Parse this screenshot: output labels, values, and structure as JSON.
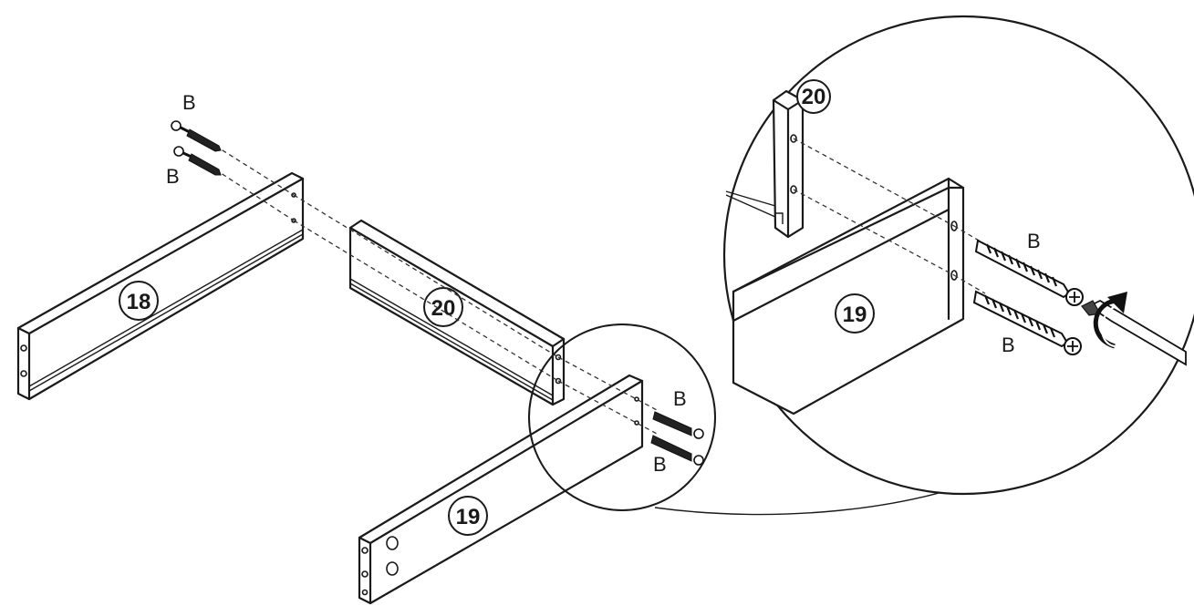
{
  "diagram": {
    "parts": [
      {
        "id": "18",
        "label": "18"
      },
      {
        "id": "20",
        "label": "20"
      },
      {
        "id": "19",
        "label": "19"
      }
    ],
    "detail": {
      "part_top": "20",
      "part_front": "19",
      "screw_top": "B",
      "screw_bottom": "B"
    },
    "screws": {
      "left_top": "B",
      "left_bottom": "B",
      "right_top": "B",
      "right_bottom": "B"
    }
  }
}
